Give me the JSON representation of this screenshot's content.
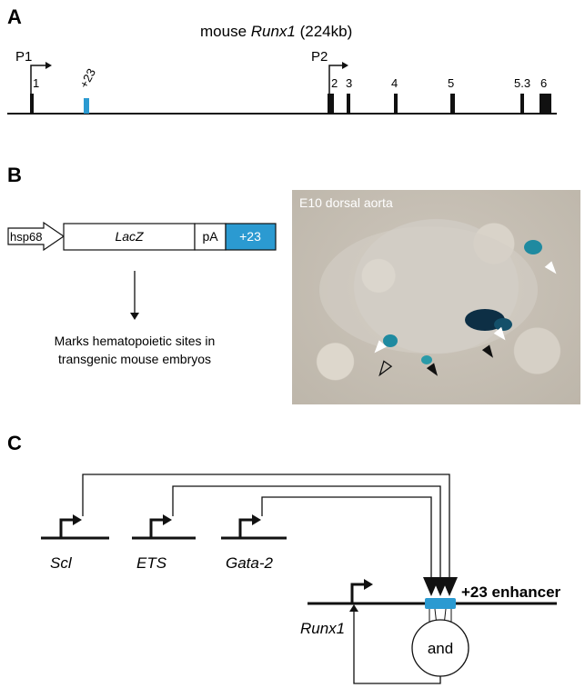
{
  "panel_a": {
    "label": "A",
    "title_prefix": "mouse ",
    "title_gene": "Runx1",
    "title_suffix": " (224kb)",
    "promoter_p1": "P1",
    "promoter_p2": "P2",
    "enhancer_label": "+23",
    "exons": [
      "1",
      "2",
      "3",
      "4",
      "5",
      "5.3",
      "6"
    ]
  },
  "panel_b": {
    "label": "B",
    "construct": [
      "hsp68",
      "LacZ",
      "pA",
      "+23"
    ],
    "caption_line1": "Marks hematopoietic sites in",
    "caption_line2": "transgenic mouse embryos",
    "image_label": "E10 dorsal aorta"
  },
  "panel_c": {
    "label": "C",
    "genes": [
      "Scl",
      "ETS",
      "Gata-2"
    ],
    "target_gene": "Runx1",
    "enhancer_label": "+23 enhancer",
    "gate_label": "and"
  },
  "colors": {
    "enhancer": "#2b9ad1",
    "black": "#111111"
  }
}
